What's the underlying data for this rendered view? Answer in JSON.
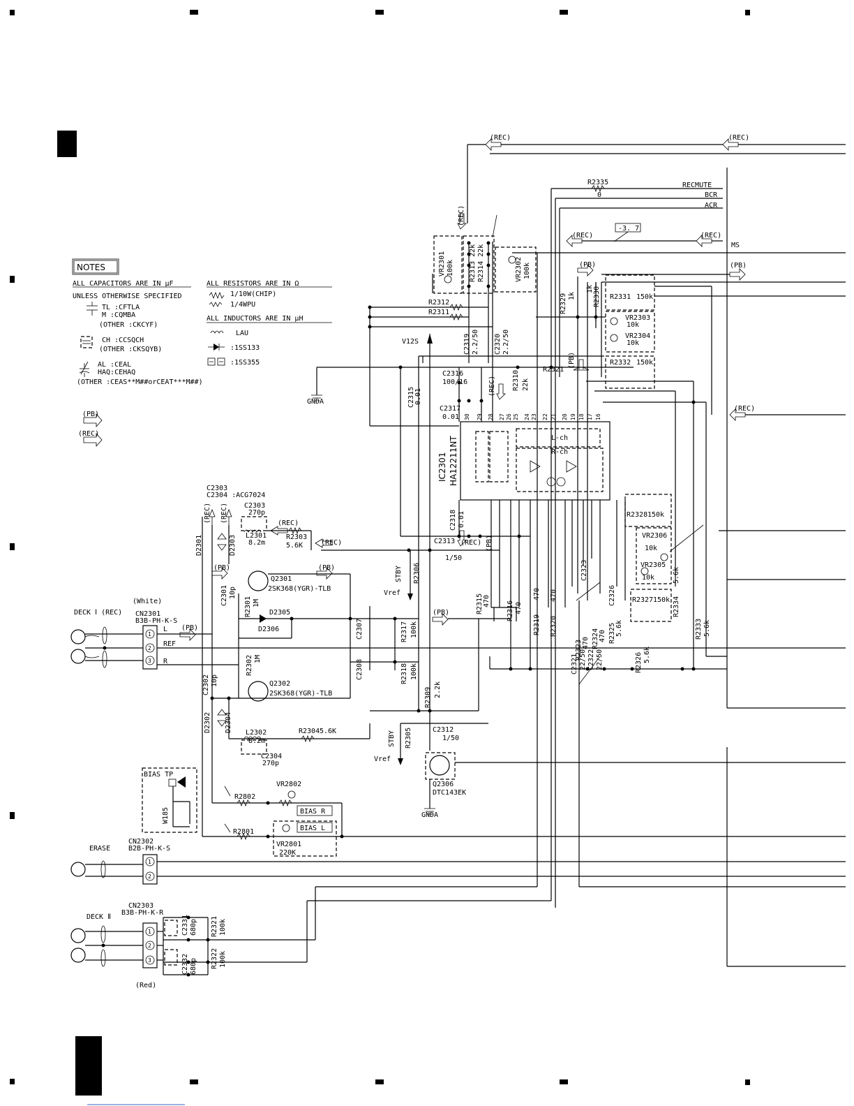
{
  "notes": {
    "title": "NOTES",
    "cap_header": "ALL CAPACITORS ARE IN µF",
    "cap_sub": "UNLESS OTHERWISE SPECIFIED",
    "cap_tl": "TL  :CFTLA",
    "cap_m": "M   :CQMBA",
    "cap_other1": "(OTHER :CKCYF)",
    "cap_ch": "CH  :CCSQCH",
    "cap_other2": "(OTHER :CKSQYB)",
    "cap_al": "AL  :CEAL",
    "cap_haq": "HAQ:CEHAQ",
    "cap_other3": "(OTHER :CEAS**M##orCEAT***M##)",
    "res_header": "ALL RESISTORS ARE IN Ω",
    "res_chip": "1/10W(CHIP)",
    "res_wpu": "1/4WPU",
    "ind_header": "ALL INDUCTORS ARE IN µH",
    "ind_lau": "LAU",
    "diode1": ":1SS133",
    "diode2": ":1SS355",
    "pb_tag": "(PB)",
    "rec_tag": "(REC)"
  },
  "signals": {
    "rec": "(REC)",
    "pb": "(PB)",
    "recmute": "RECMUTE",
    "bcr": "BCR",
    "acr": "ACR",
    "ms": "MS",
    "ref_37": "-3. 7",
    "v12s": "V12S",
    "gnda": "GNDA",
    "stby": "STBY",
    "vref": "Vref",
    "ref": "REF",
    "l": "L",
    "r": "R"
  },
  "connectors": {
    "deck1_label": "DECK Ⅰ (REC)",
    "white": "(White)",
    "cn2301": "CN2301",
    "cn2301_part": "B3B-PH-K-S",
    "erase": "ERASE",
    "cn2302": "CN2302",
    "cn2302_part": "B2B-PH-K-S",
    "deck2_label": "DECK Ⅱ",
    "cn2303": "CN2303",
    "cn2303_part": "B3B-PH-K-R",
    "red": "(Red)",
    "pin1": "1",
    "pin2": "2",
    "pin3": "3"
  },
  "ic": {
    "name": "IC2301",
    "part": "HA12211NT",
    "lch": "L-ch",
    "rch": "R-ch"
  },
  "parts": {
    "r2335": "R2335",
    "r2335_v": "0",
    "vr2301": "VR2301",
    "vr2301_v": "100k",
    "r2313": "R2313 22k",
    "r2314": "R2314 22k",
    "vr2302": "VR2302",
    "vr2302_v": "100k",
    "r2312": "R2312",
    "r2311": "R2311",
    "c2319": "C2319",
    "c2319_v": "2.2/50",
    "c2320": "C2320",
    "c2320_v": "2.2/50",
    "r2329": "R2329",
    "r2329_v": "1k",
    "r2330": "R2330",
    "r2330_v": "1k",
    "r2331": "R2331",
    "r2331_v": "150k",
    "vr2303": "VR2303",
    "vr2303_v": "10k",
    "vr2304": "VR2304",
    "vr2304_v": "10k",
    "r2332": "R2332",
    "r2332_v": "150k",
    "c2315": "C2315",
    "c2315_v": "0.01",
    "c2316": "C2316",
    "c2316_v": "100/16",
    "c2317": "C2317",
    "c2317_v": "0.01",
    "r2310": "R2310",
    "r2310_v": "22k",
    "r2321": "R2321",
    "c2318": "C2318",
    "c2318_v": "0.01",
    "c2313": "C2313",
    "c2313_v": "1/50",
    "r2306": "R2306",
    "r2328": "R2328",
    "r2328_v": "150k",
    "vr2306": "VR2306",
    "vr2306_v": "10k",
    "vr2305": "VR2305",
    "vr2305_v": "10k",
    "r2327": "R2327",
    "r2327_v": "150k",
    "r2334": "R2334",
    "r2334_v": "5.6k",
    "r2333": "R2333",
    "r2333_v": "5.6k",
    "c2303_head": "C2303",
    "c2304_head": "C2304 :ACG7024",
    "c2303": "C2303",
    "c2303_v": "270p",
    "l2301": "L2301",
    "l2301_v": "8.2m",
    "r2303": "R2303",
    "r2303_v": "5.6K",
    "d2301": "D2301",
    "d2303": "D2303",
    "c2301": "C2301",
    "c2301_v": "10p",
    "r2301": "R2301",
    "r2301_v": "1M",
    "q2301": "Q2301",
    "q2301_part": "2SK368(YGR)-TLB",
    "d2305": "D2305",
    "d2306": "D2306",
    "c2307": "C2307",
    "c2308": "C2308",
    "r2317": "R2317",
    "r2317_v": "100k",
    "r2318": "R2318",
    "r2318_v": "100k",
    "c2302": "C2302",
    "c2302_v": "10p",
    "r2302": "R2302",
    "r2302_v": "1M",
    "q2302": "Q2302",
    "q2302_part": "2SK368(YGR)-TLB",
    "r2309": "R2309",
    "r2309_v": "2.2k",
    "d2302": "D2302",
    "d2304": "D2304",
    "l2302": "L2302",
    "l2302_v": "8.2m",
    "c2304": "C2304",
    "c2304_v": "270p",
    "r2304": "R2304",
    "r2304_v": "5.6K",
    "c2312": "C2312",
    "c2312_v": "1/50",
    "r2305": "R2305",
    "q2306": "Q2306",
    "q2306_part": "DTC143EK",
    "r2315": "R2315",
    "r2315_v": "470",
    "r2316": "R2316",
    "r2316_v": "470",
    "r2319": "R2319",
    "r2319_v": "470",
    "r2320": "R2320",
    "r2320_v": "470",
    "c2323": "C2323",
    "c2326": "C2326",
    "r2323": "R2323",
    "r2323_v": "470",
    "r2324": "R2324",
    "r2324_v": "470",
    "c2321": "C2321",
    "c2321_v": "22/50",
    "c2322": "C2322",
    "c2322_v": "22/50",
    "r2325": "R2325",
    "r2325_v": "5.6k",
    "r2326": "R2326",
    "r2326_v": "5.6k",
    "bias_tp": "BIAS TP",
    "w185": "W185",
    "r2802": "R2802",
    "vr2802": "VR2802",
    "bias_r": "BIAS R",
    "r2801": "R2801",
    "vr2801": "VR2801",
    "vr2801_v": "220K",
    "bias_l": "BIAS L",
    "c2331": "C2331",
    "c2331_v": "680p",
    "r2321b": "R2321",
    "r2321b_v": "100k",
    "c2332": "C2332",
    "c2332_v": "680p",
    "r2322": "R2322",
    "r2322_v": "100k"
  }
}
